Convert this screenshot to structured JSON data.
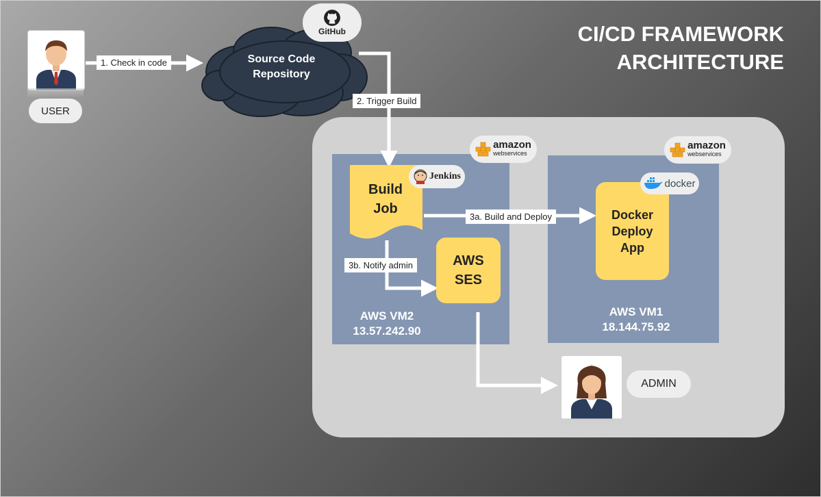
{
  "title": {
    "line1": "CI/CD FRAMEWORK",
    "line2": "ARCHITECTURE"
  },
  "user": {
    "label": "USER"
  },
  "admin": {
    "label": "ADMIN"
  },
  "repo": {
    "line1": "Source Code",
    "line2": "Repository",
    "badge": "GitHub"
  },
  "steps": {
    "checkin": "1. Check in code",
    "trigger": "2. Trigger Build",
    "deploy": "3a. Build and Deploy",
    "notify": "3b. Notify admin"
  },
  "build_job": {
    "line1": "Build",
    "line2": "Job",
    "badge": "Jenkins"
  },
  "ses": {
    "line1": "AWS",
    "line2": "SES"
  },
  "docker_app": {
    "line1": "Docker",
    "line2": "Deploy",
    "line3": "App",
    "badge": "docker"
  },
  "vm2": {
    "name": "AWS VM2",
    "ip": "13.57.242.90"
  },
  "vm1": {
    "name": "AWS VM1",
    "ip": "18.144.75.92"
  },
  "aws_logo": {
    "line1": "amazon",
    "line2": "webservices"
  },
  "colors": {
    "card": "#ffd966",
    "vm": "#8496b1",
    "group": "#d2d2d3",
    "cloud": "#2e3a4a",
    "arrow": "#ffffff"
  }
}
